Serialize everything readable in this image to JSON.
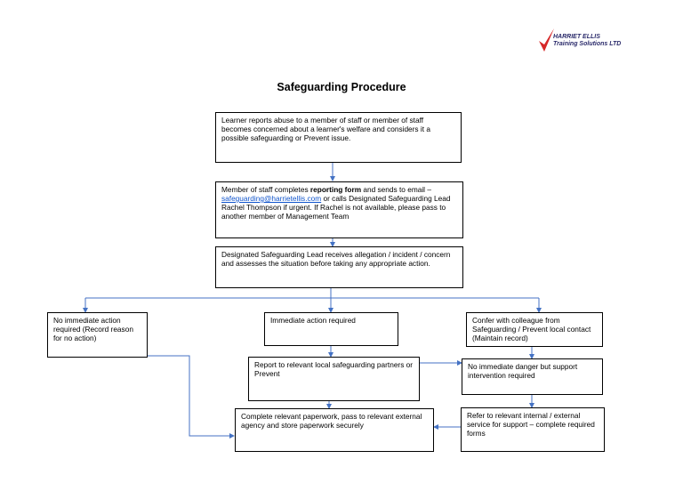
{
  "logo": {
    "line1": "HARRIET ELLIS",
    "line2": "Training Solutions LTD",
    "tick_color": "#d62828",
    "text_color": "#2b2b6b"
  },
  "title": "Safeguarding Procedure",
  "boxes": {
    "learner_reports": "Learner reports abuse to a member of staff or member of staff becomes concerned about a learner's welfare and considers it a possible safeguarding or Prevent issue.",
    "reporting_form": {
      "part1": "Member of staff completes ",
      "bold": "reporting form",
      "part2": " and sends to email – ",
      "email": "safeguarding@harrietellis.com",
      "part3": " or calls Designated Safeguarding Lead Rachel Thompson if urgent.  If Rachel is not available, please pass to another member of Management Team"
    },
    "dsl_receives": "Designated Safeguarding Lead receives allegation / incident / concern and assesses the situation before taking any appropriate action.",
    "no_action": "No immediate action required (Record reason for no action)",
    "immediate_action": "Immediate action required",
    "confer": "Confer with colleague from Safeguarding / Prevent local contact (Maintain record)",
    "report_partners": "Report to relevant local safeguarding partners or Prevent",
    "no_danger": "No immediate danger but support intervention required",
    "complete_paperwork": "Complete relevant paperwork, pass to relevant external agency and store paperwork securely",
    "refer_internal": "Refer to relevant internal / external service for support – complete required forms"
  },
  "colors": {
    "arrow": "#4472c4",
    "border": "#000000",
    "link": "#1155cc"
  }
}
